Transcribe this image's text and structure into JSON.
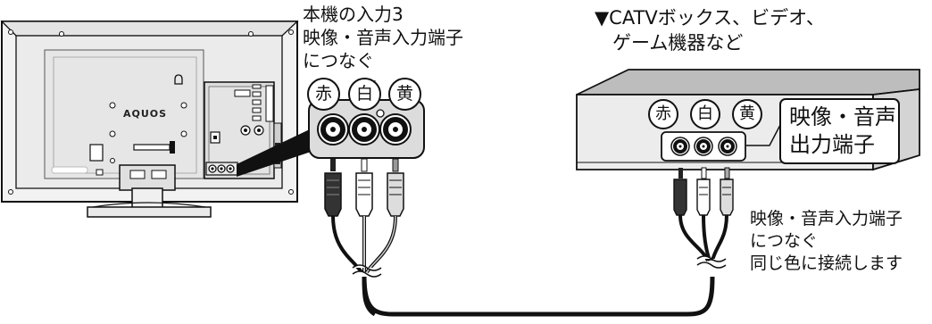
{
  "tv": {
    "brand_logo": "AQUOS",
    "input_label_lines": [
      "本機の入力3",
      "映像・音声入力端子",
      "につなぐ"
    ],
    "jack_labels": [
      "赤",
      "白",
      "黄"
    ]
  },
  "device": {
    "title_lines": [
      "▼CATVボックス、ビデオ、",
      "ゲーム機器など"
    ],
    "jack_labels": [
      "赤",
      "白",
      "黄"
    ],
    "output_label_lines": [
      "映像・音声",
      "出力端子"
    ]
  },
  "instruction": {
    "lines": [
      "映像・音声入力端子",
      "につなぐ",
      "同じ色に接続します"
    ]
  },
  "colors": {
    "line": "#111111",
    "panel_gray": "#dcdcdc",
    "tv_body": "#efefef",
    "box_top": "#bdbdbd",
    "box_front": "#ececec",
    "screen_gray": "#d6d6d6"
  }
}
